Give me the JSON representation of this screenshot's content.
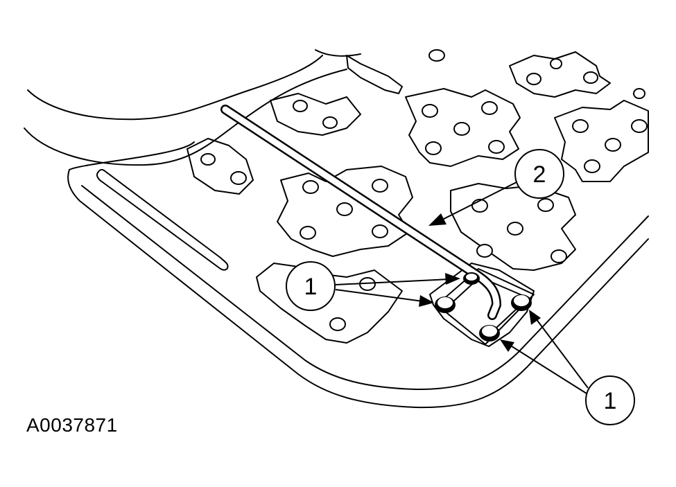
{
  "figure_id": "A0037871",
  "callouts": [
    {
      "label": "1"
    },
    {
      "label": "2"
    },
    {
      "label": "1"
    }
  ]
}
